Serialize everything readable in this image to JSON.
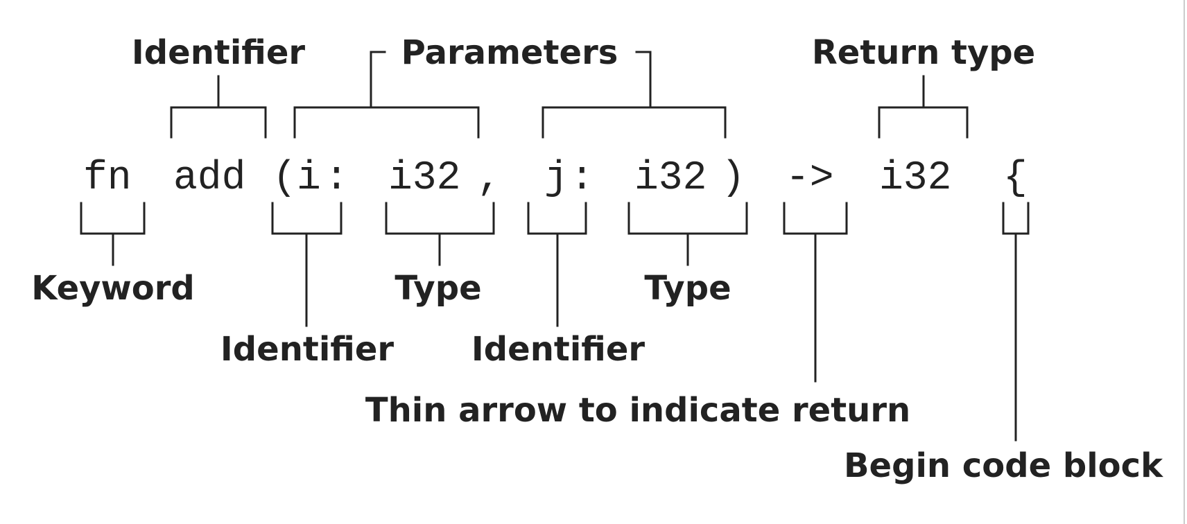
{
  "code": {
    "tokens": [
      "fn",
      "add",
      "(",
      "i",
      ":",
      "i32",
      ",",
      "j",
      ":",
      "i32",
      ")",
      "->",
      "i32",
      "{"
    ]
  },
  "labels": {
    "identifier_fn": "Identifier",
    "parameters": "Parameters",
    "return_type": "Return type",
    "keyword": "Keyword",
    "type_first": "Type",
    "type_second": "Type",
    "identifier_i": "Identifier",
    "identifier_j": "Identifier",
    "thin_arrow": "Thin arrow to indicate return",
    "begin_block": "Begin code block"
  }
}
